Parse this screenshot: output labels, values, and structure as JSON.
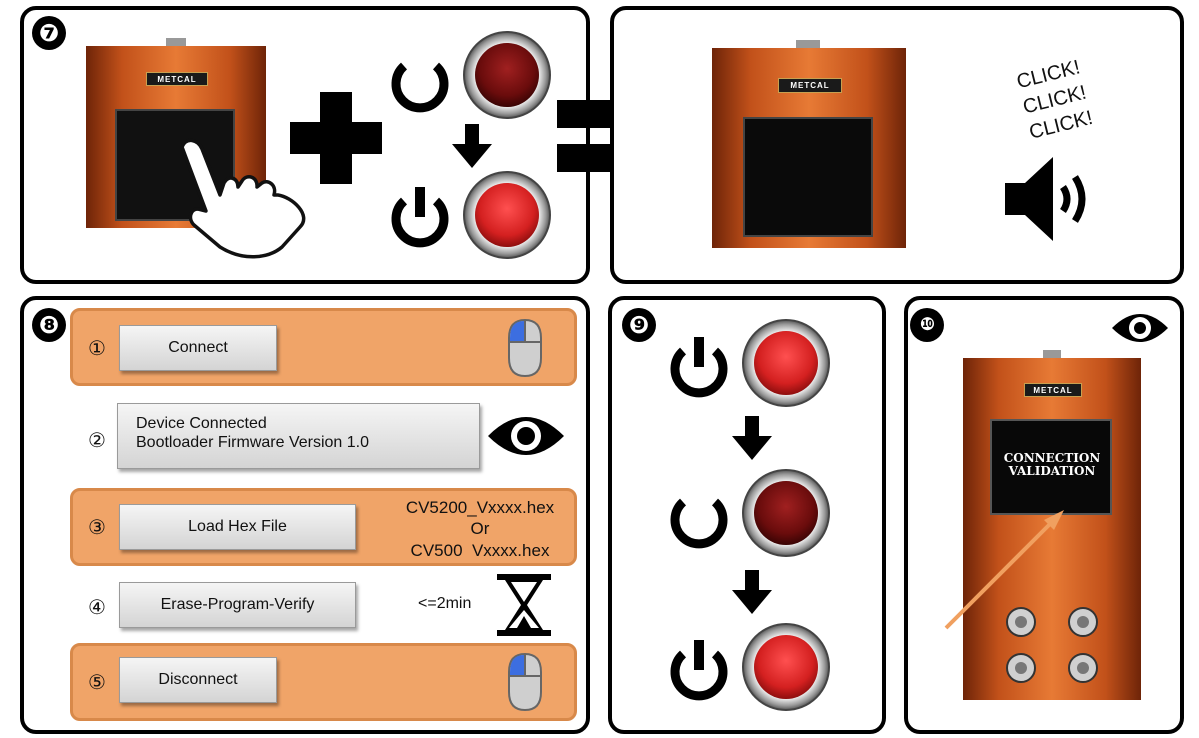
{
  "steps": {
    "s7": "❼",
    "s8": "❽",
    "s9": "❾",
    "s10": "❿"
  },
  "brand": {
    "logo_text": "METCAL"
  },
  "panel7": {
    "click_lines": [
      "CLICK!",
      "CLICK!",
      "CLICK!"
    ]
  },
  "panel8": {
    "rows": [
      {
        "num": "①",
        "button": "Connect"
      },
      {
        "num": "②",
        "message_line1": "Device Connected",
        "message_line2": "Bootloader Firmware Version 1.0"
      },
      {
        "num": "③",
        "button": "Load Hex File",
        "file1": "CV5200_Vxxxx.hex",
        "or": "Or",
        "file2": "CV500  Vxxxx.hex"
      },
      {
        "num": "④",
        "button": "Erase-Program-Verify",
        "duration": "<=2min"
      },
      {
        "num": "⑤",
        "button": "Disconnect"
      }
    ]
  },
  "panel10": {
    "screen_line1": "CONNECTION",
    "screen_line2": "VALIDATION"
  },
  "colors": {
    "orange_row": "#f0a468",
    "device_orange": "#c2511a",
    "button_red": "#d42020"
  },
  "icons": [
    "power-icon",
    "standby-icon",
    "mouse-icon",
    "eye-icon",
    "hourglass-icon",
    "speaker-icon",
    "hand-pointer-icon",
    "plus-icon",
    "equals-icon",
    "arrow-down-icon"
  ]
}
